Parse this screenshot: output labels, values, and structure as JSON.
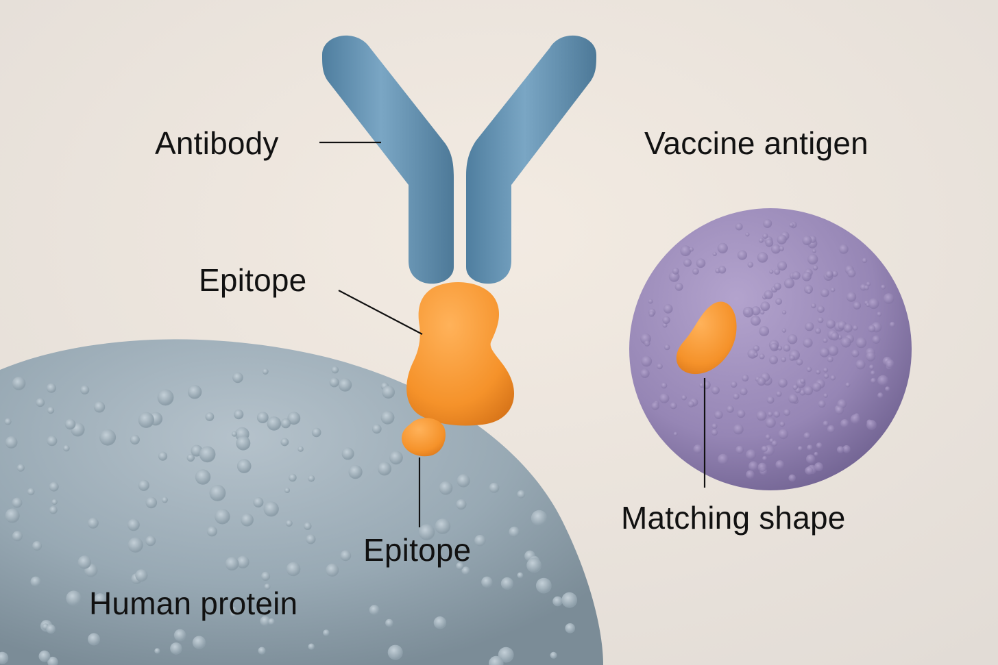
{
  "labels": {
    "antibody": "Antibody",
    "vaccine_antigen": "Vaccine antigen",
    "epitope_top": "Epitope",
    "epitope_bottom": "Epitope",
    "human_protein": "Human protein",
    "matching_shape": "Matching shape"
  },
  "colors": {
    "background": "#efe6dc",
    "antibody": "#6a98b8",
    "epitope": "#f5962e",
    "human_protein": "#9aabb6",
    "vaccine_antigen": "#9a88b8",
    "label_text": "#111111",
    "leader_line": "#111111"
  }
}
